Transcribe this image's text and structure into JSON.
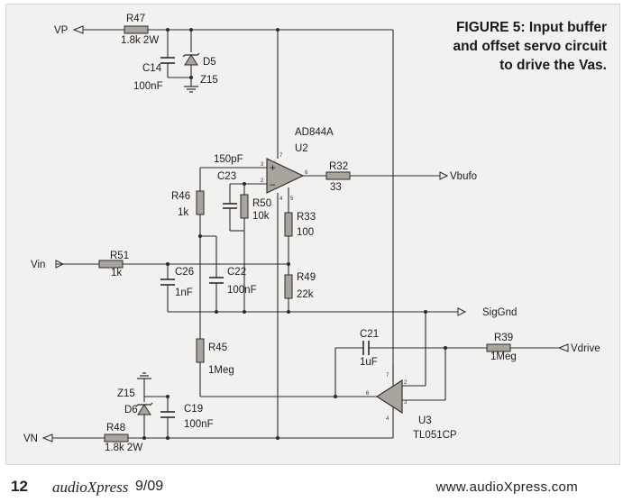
{
  "caption": {
    "figure_label": "FIGURE 5:",
    "line1": " Input buffer",
    "line2": "and offset servo circuit",
    "line3": "to drive the Vas."
  },
  "footer": {
    "page_number": "12",
    "magazine": "audioXpress",
    "issue": "9/09",
    "url": "www.audioXpress.com"
  },
  "nets": {
    "vp": "VP",
    "vn": "VN",
    "vin": "Vin",
    "vbufo": "Vbufo",
    "siggnd": "SigGnd",
    "vdrive": "Vdrive"
  },
  "components": {
    "r47": {
      "ref": "R47",
      "value": "1.8k 2W"
    },
    "c14": {
      "ref": "C14",
      "value": "100nF"
    },
    "d5": {
      "ref": "D5",
      "value": "Z15"
    },
    "u2": {
      "part": "AD844A",
      "ref": "U2"
    },
    "c23": {
      "ref": "C23",
      "value": "150pF"
    },
    "r32": {
      "ref": "R32",
      "value": "33"
    },
    "r46": {
      "ref": "R46",
      "value": "1k"
    },
    "r50": {
      "ref": "R50",
      "value": "10k"
    },
    "r33": {
      "ref": "R33",
      "value": "100"
    },
    "r51": {
      "ref": "R51",
      "value": "1k"
    },
    "c26": {
      "ref": "C26",
      "value": "1nF"
    },
    "c22": {
      "ref": "C22",
      "value": "100nF"
    },
    "r49": {
      "ref": "R49",
      "value": "22k"
    },
    "r45": {
      "ref": "R45",
      "value": "1Meg"
    },
    "c21": {
      "ref": "C21",
      "value": "1uF"
    },
    "r39": {
      "ref": "R39",
      "value": "1Meg"
    },
    "d6": {
      "ref": "D6",
      "value": "Z15"
    },
    "c19": {
      "ref": "C19",
      "value": "100nF"
    },
    "r48": {
      "ref": "R48",
      "value": "1.8k 2W"
    },
    "u3": {
      "ref": "U3",
      "part": "TL051CP"
    }
  },
  "pins": {
    "u2_in_plus": "3",
    "u2_in_minus": "2",
    "u2_out": "6",
    "u2_vplus": "7",
    "u2_vminus": "4",
    "u2_tz": "5",
    "u3_in_minus": "2",
    "u3_in_plus": "3",
    "u3_out": "6",
    "u3_vplus": "7",
    "u3_vminus": "4"
  },
  "symbols": {
    "plus": "+",
    "minus": "−"
  }
}
